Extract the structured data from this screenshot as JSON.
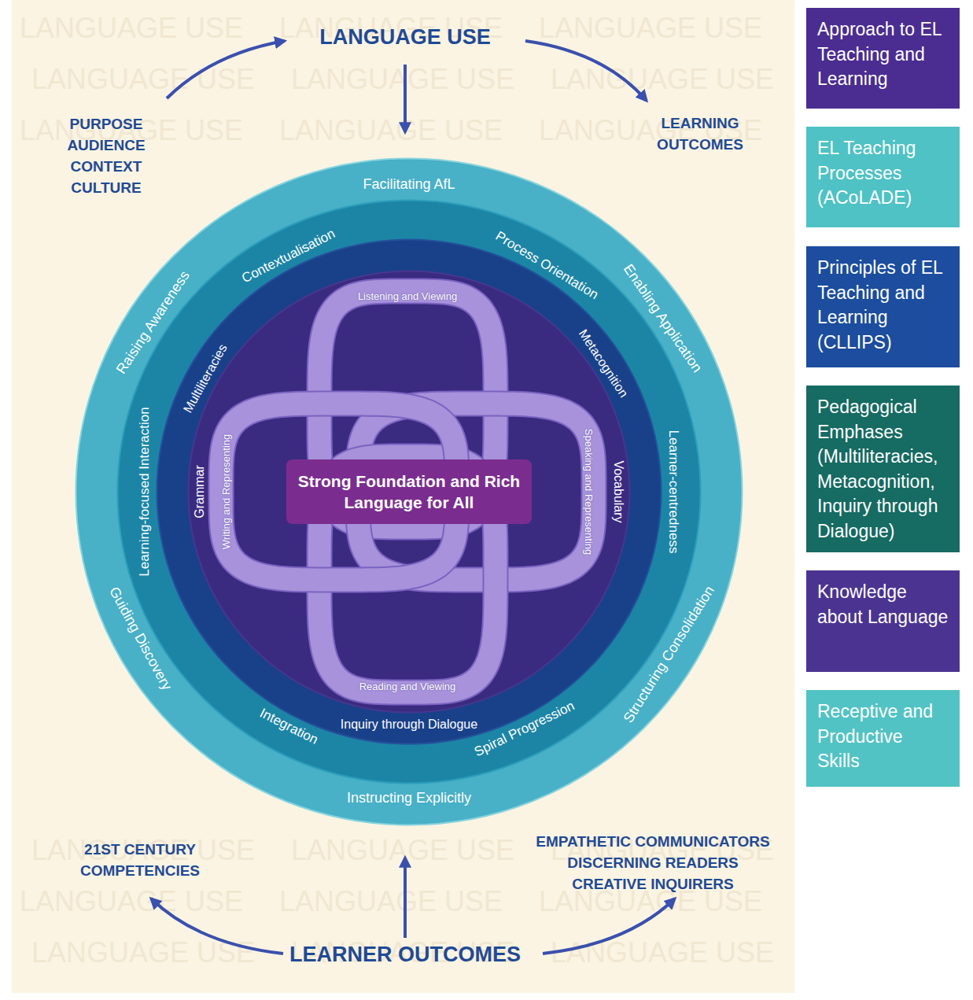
{
  "diagram": {
    "nodes": [
      {
        "text": [
          "Facilitating AfL",
          "Enabling Application",
          "Structuring Consolidation",
          "Instructing Explicitly",
          "Guiding Discovery",
          "Raising Awareness"
        ]
      },
      {
        "text": [
          "Contextualisation",
          "Process Orientation",
          "Learner-centredness",
          "Spiral Progression",
          "Integration",
          "Learning-focused Interaction"
        ],
        "in": 0
      },
      {
        "text": [
          "Multiliteracies",
          "Metacognition",
          "Inquiry through Dialogue"
        ],
        "in": 1
      },
      {
        "text": [
          "Grammar",
          "Vocabulary"
        ],
        "in": 2
      },
      {
        "text": [
          "Listening and Viewing"
        ],
        "in": 3
      },
      {
        "text": [
          "Speaking and Representing"
        ],
        "in": 3
      },
      {
        "text": [
          "Reading and Viewing"
        ],
        "in": 3
      },
      {
        "text": [
          "Writing and Representing"
        ],
        "in": 3
      },
      {
        "text": [
          "Strong Foundation and Rich Language for All"
        ],
        "in": 3
      }
    ],
    "labels": [
      "LANGUAGE USE",
      "PURPOSE AUDIENCE CONTEXT CULTURE",
      "LEARNING OUTCOMES",
      "21ST CENTURY COMPETENCIES",
      "EMPATHETIC COMMUNICATORS DISCERNING READERS CREATIVE INQUIRERS",
      "LEARNER OUTCOMES",
      "LANGUAGE USE",
      "LANGUAGE USE",
      "LANGUAGE USE",
      "LANGUAGE USE",
      "LANGUAGE USE",
      "LANGUAGE USE",
      "LANGUAGE USE",
      "LANGUAGE USE",
      "LANGUAGE USE",
      "LANGUAGE USE",
      "LANGUAGE USE",
      "LANGUAGE USE",
      "LANGUAGE USE",
      "LANGUAGE USE",
      "LANGUAGE USE",
      "LANGUAGE USE",
      "LANGUAGE USE",
      "LANGUAGE USE"
    ],
    "legend": [
      {
        "text": "Approach to EL Teaching and Learning",
        "color": "#4b2d91"
      },
      {
        "text": "EL Teaching Processes (ACoLADE)",
        "color": "#4ec2c4"
      },
      {
        "text": "Principles of EL Teaching and Learning (CLLIPS)",
        "color": "#1c4d9e"
      },
      {
        "text": "Pedagogical Emphases (Multiliteracies, Metacognition, Inquiry through Dialogue)",
        "color": "#166b62"
      },
      {
        "text": "Knowledge about Language",
        "color": "#4b3491"
      },
      {
        "text": "Receptive and Productive Skills",
        "color": "#52c3c4"
      }
    ]
  }
}
